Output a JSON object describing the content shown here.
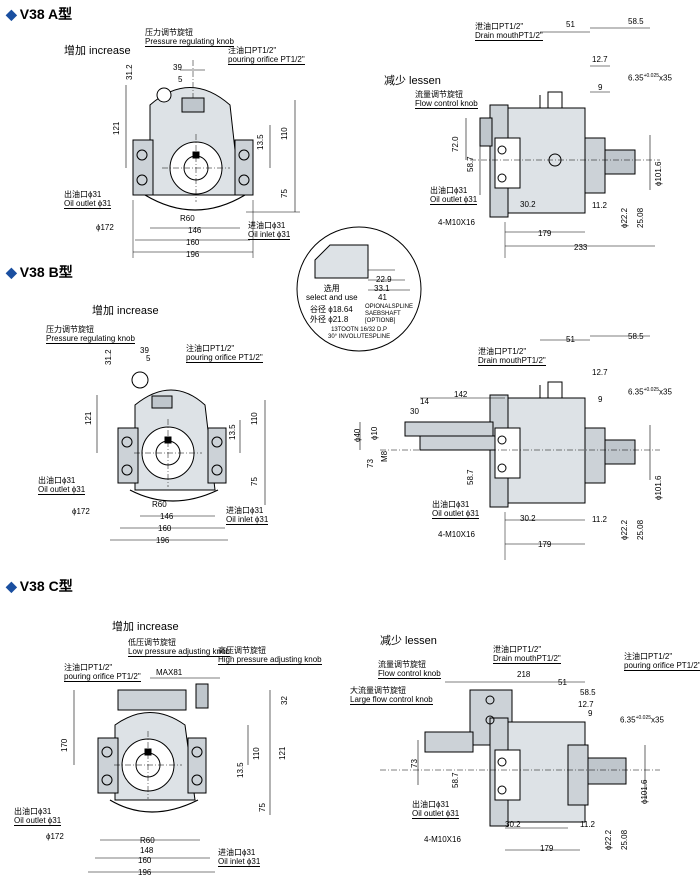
{
  "sections": {
    "a": {
      "title": "V38 A型",
      "increase": "增加 increase",
      "decrease": "减少 lessen"
    },
    "b": {
      "title": "V38 B型",
      "increase": "增加 increase"
    },
    "c": {
      "title": "V38 C型",
      "increase": "增加 increase",
      "decrease": "减少 lessen"
    }
  },
  "labels": {
    "pressure_knob_cn": "压力调节旋钮",
    "pressure_knob_en": "Pressure regulating knob",
    "pouring_cn": "注油口PT1/2\"",
    "pouring_en": "pouring orifice PT1/2\"",
    "drain_cn": "泄油口PT1/2\"",
    "drain_en": "Drain mouthPT1/2\"",
    "flow_knob_cn": "流量调节旋钮",
    "flow_knob_en": "Flow control knob",
    "outlet_cn": "出油口ϕ31",
    "outlet_en": "Oil outlet ϕ31",
    "inlet_cn": "进油口ϕ31",
    "inlet_en": "Oil inlet ϕ31",
    "bolts": "4-M10X16",
    "low_knob_cn": "低压调节旋钮",
    "low_knob_en": "Low pressure adjusting knob",
    "high_knob_cn": "高压调节旋钮",
    "high_knob_en": "High pressure adjusting knob",
    "large_flow_cn": "大流量调节旋钮",
    "large_flow_en": "Large flow control knob"
  },
  "dims": {
    "d172": "ϕ172",
    "r60": "R60",
    "d146": "146",
    "d148": "148",
    "d160": "160",
    "d196": "196",
    "d121": "121",
    "d110": "110",
    "d75": "75",
    "d13": "13.5",
    "d13tol": "-0.03",
    "d312": "31.2",
    "d39": "39",
    "d5": "5",
    "d170": "170",
    "max81": "MAX81",
    "d32": "32",
    "d51": "51",
    "d585": "58.5",
    "d127": "12.7",
    "d9": "9",
    "d635": "6.35",
    "d635tol": "+0.025",
    "x35": "x35",
    "d720": "72.0",
    "d587": "58.7",
    "d302": "30.2",
    "d112": "11.2",
    "d179": "179",
    "d233": "233",
    "d1016": "ϕ101.6",
    "d222": "ϕ22.2",
    "d2508": "25.08",
    "d218": "218",
    "d142": "142",
    "d14": "14",
    "d30": "30",
    "d40": "ϕ40",
    "d10": "ϕ10",
    "m8": "M8",
    "d73": "73"
  },
  "spline": {
    "d229": "22.9",
    "d331": "33.1",
    "d41": "41",
    "select_cn": "选用",
    "select_en": "select and use",
    "root_cn": "谷径 ϕ18.64",
    "outer_cn": "外径 ϕ21.8",
    "opt1": "OPIONALSPLINE",
    "opt2": "SAEBSHAFT",
    "opt3": "[OPTIONB]",
    "teeth": "13TOOTN 16/32 D.P",
    "involute": "30° INVOLUTESPLINE"
  }
}
